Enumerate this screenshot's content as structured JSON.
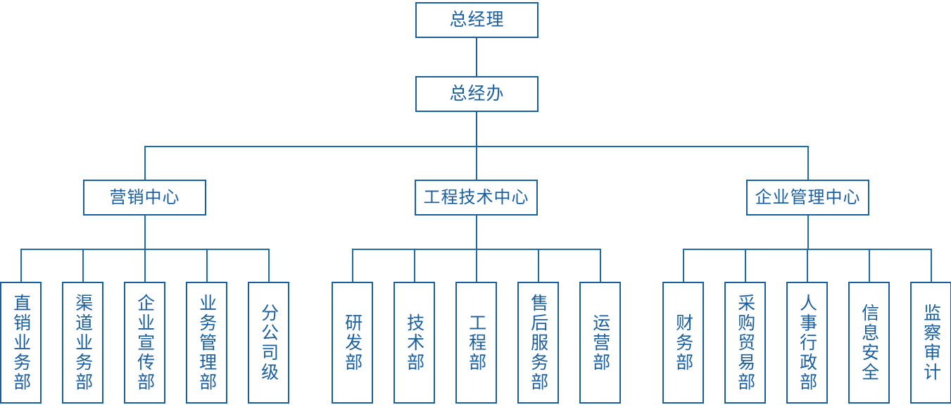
{
  "chart_title": "",
  "theme": {
    "line_color": "#1B5E9E",
    "text_color": "#1B5E9E",
    "box_fill": "#FFFFFF",
    "background": "#FFFFFF"
  },
  "org": {
    "root": {
      "label": "总经理"
    },
    "office": {
      "label": "总经办"
    },
    "centers": [
      {
        "label": "营销中心",
        "departments": [
          {
            "label": "直销业务部"
          },
          {
            "label": "渠道业务部"
          },
          {
            "label": "企业宣传部"
          },
          {
            "label": "业务管理部"
          },
          {
            "label": "分公司级"
          }
        ]
      },
      {
        "label": "工程技术中心",
        "departments": [
          {
            "label": "研发部"
          },
          {
            "label": "技术部"
          },
          {
            "label": "工程部"
          },
          {
            "label": "售后服务部"
          },
          {
            "label": "运营部"
          }
        ]
      },
      {
        "label": "企业管理中心",
        "departments": [
          {
            "label": "财务部"
          },
          {
            "label": "采购贸易部"
          },
          {
            "label": "人事行政部"
          },
          {
            "label": "信息安全"
          },
          {
            "label": "监察审计"
          }
        ]
      }
    ]
  }
}
